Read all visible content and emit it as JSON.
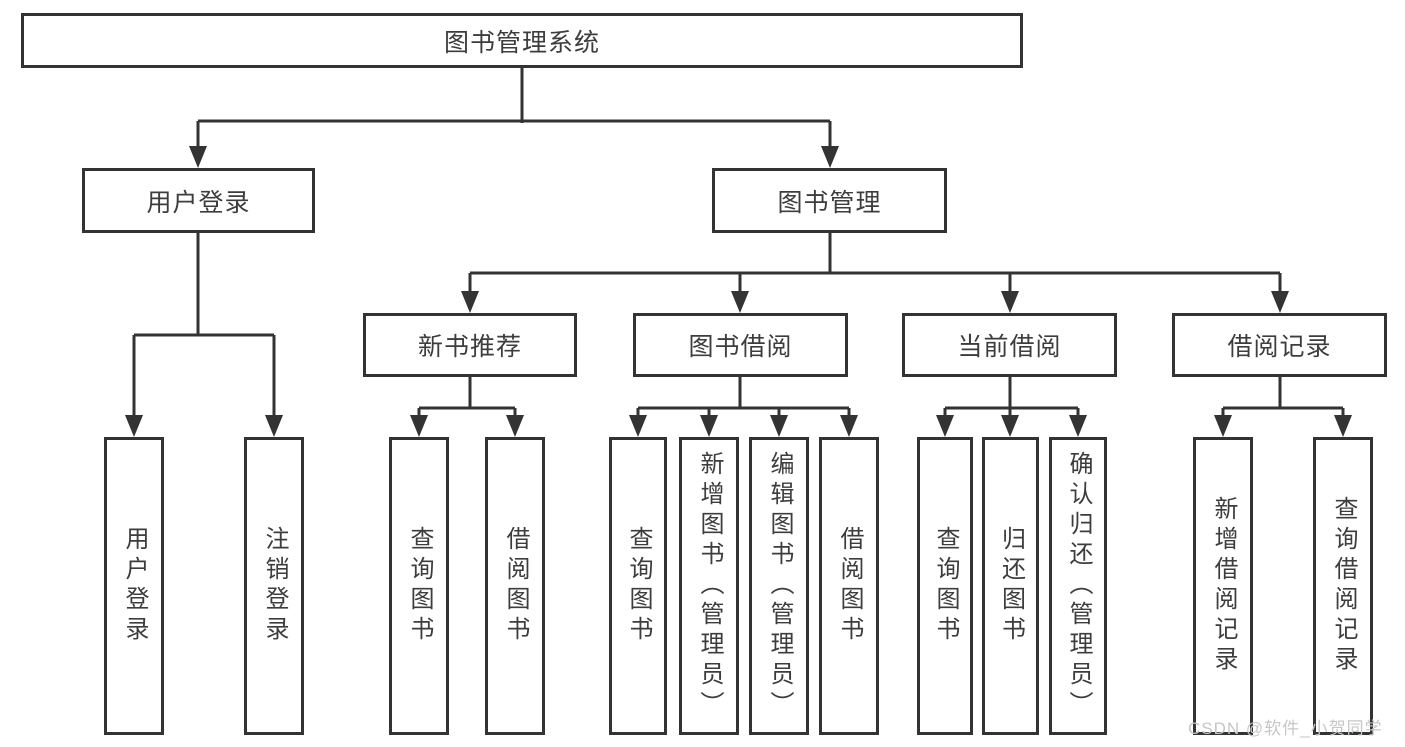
{
  "diagram": {
    "watermark": "CSDN @软件_小贺同学",
    "colors": {
      "line": "#333333",
      "box_border": "#333333",
      "box_fill": "#ffffff",
      "text": "#3d3d3d",
      "watermark": "#c7c7c7"
    },
    "nodes": {
      "root": {
        "label": "图书管理系统"
      },
      "level2": [
        {
          "label": "用户登录",
          "parent": "图书管理系统"
        },
        {
          "label": "图书管理",
          "parent": "图书管理系统"
        }
      ],
      "level3": [
        {
          "label": "新书推荐",
          "parent": "图书管理"
        },
        {
          "label": "图书借阅",
          "parent": "图书管理"
        },
        {
          "label": "当前借阅",
          "parent": "图书管理"
        },
        {
          "label": "借阅记录",
          "parent": "图书管理"
        }
      ],
      "leaves": [
        {
          "label": "用户登录",
          "parent": "用户登录"
        },
        {
          "label": "注销登录",
          "parent": "用户登录"
        },
        {
          "label": "查询图书",
          "parent": "新书推荐"
        },
        {
          "label": "借阅图书",
          "parent": "新书推荐"
        },
        {
          "label": "查询图书",
          "parent": "图书借阅"
        },
        {
          "label": "新增图书（管理员）",
          "parent": "图书借阅"
        },
        {
          "label": "编辑图书（管理员）",
          "parent": "图书借阅"
        },
        {
          "label": "借阅图书",
          "parent": "图书借阅"
        },
        {
          "label": "查询图书",
          "parent": "当前借阅"
        },
        {
          "label": "归还图书",
          "parent": "当前借阅"
        },
        {
          "label": "确认归还（管理员）",
          "parent": "当前借阅"
        },
        {
          "label": "新增借阅记录",
          "parent": "借阅记录"
        },
        {
          "label": "查询借阅记录",
          "parent": "借阅记录"
        }
      ]
    }
  }
}
